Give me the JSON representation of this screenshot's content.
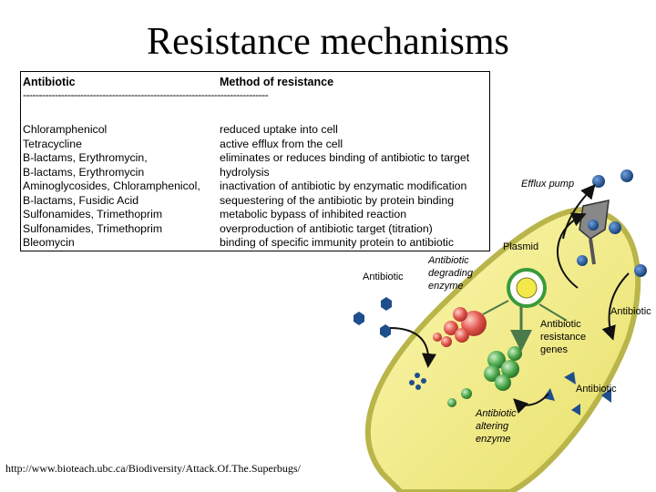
{
  "title": "Resistance mechanisms",
  "table": {
    "col_antibiotic": "Antibiotic",
    "col_method": "Method of resistance",
    "divider": "-----------------------------------------------------------------------------",
    "rows": [
      {
        "antibiotic": "Chloramphenicol",
        "method": "reduced uptake into cell"
      },
      {
        "antibiotic": "Tetracycline",
        "method": "active efflux from the cell"
      },
      {
        "antibiotic": "B-lactams, Erythromycin,",
        "method": "eliminates or reduces binding of antibiotic to target"
      },
      {
        "antibiotic": "B-lactams, Erythromycin",
        "method": "hydrolysis"
      },
      {
        "antibiotic": "Aminoglycosides, Chloramphenicol,",
        "method": "inactivation of antibiotic by enzymatic modification"
      },
      {
        "antibiotic": "B-lactams, Fusidic Acid",
        "method": "sequestering of the antibiotic by protein binding"
      },
      {
        "antibiotic": "Sulfonamides, Trimethoprim",
        "method": "metabolic bypass of inhibited reaction"
      },
      {
        "antibiotic": "Sulfonamides, Trimethoprim",
        "method": "overproduction of antibiotic target (titration)"
      },
      {
        "antibiotic": "Bleomycin",
        "method": "binding of specific immunity protein to antibiotic"
      }
    ]
  },
  "diagram": {
    "efflux_pump": "Efflux pump",
    "plasmid": "Plasmid",
    "antibiotic_left": "Antibiotic",
    "degrading_enzyme": [
      "Antibiotic",
      "degrading",
      "enzyme"
    ],
    "antibiotic_right": "Antibiotic",
    "resistance_genes": [
      "Antibiotic",
      "resistance",
      "genes"
    ],
    "antibiotic_lower_right": "Antibiotic",
    "altering_enzyme": [
      "Antibiotic",
      "altering",
      "enzyme"
    ],
    "colors": {
      "cell_fill": "#f5f08a",
      "cell_border": "#b9b54a",
      "antibiotic_hexagon": "#1f4e8c",
      "degrading_enzyme": "#e0524a",
      "altering_enzyme": "#4aa84a",
      "plasmid_ring": "#3a9a3a"
    }
  },
  "footer": "http://www.bioteach.ubc.ca/Biodiversity/Attack.Of.The.Superbugs/"
}
